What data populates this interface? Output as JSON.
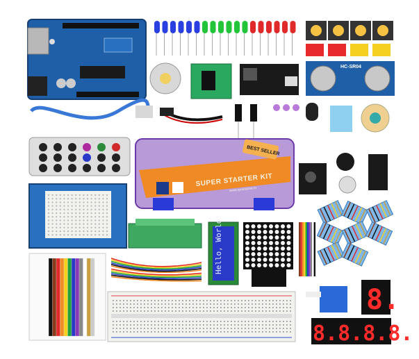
{
  "kit_box": {
    "title": "SUPER STARTER KIT",
    "badge": "BEST SELLER",
    "url": "www.quadstore.in"
  },
  "lcd": {
    "line1": "Hello, World!"
  },
  "ultrasonic": {
    "model": "HC-SR04"
  },
  "seven_segment": {
    "single": "8.",
    "quad": "8.8.8.8."
  },
  "colors": {
    "arduino_blue": "#1f5fa8",
    "kit_box_orange": "#f08a24",
    "kit_box_purple": "#6a3aa8",
    "breadboard": "#f2f2ee",
    "led_blue": "#2a3fe0",
    "led_green": "#22c43a",
    "led_red": "#e02a2a",
    "lcd_screen": "#2a3ac8",
    "sensor_blue": "#8fd0f0",
    "terminal_green": "#3ea860"
  }
}
